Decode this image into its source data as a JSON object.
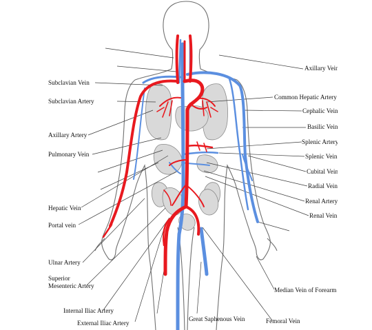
{
  "colors": {
    "artery": "#e8191f",
    "vein": "#5b8fe0",
    "outline": "#6f6f6f",
    "organ": "#d9d9d9",
    "leader": "#3c3c3c"
  },
  "labels": {
    "left": [
      "Subclavian Vein",
      "Subclavian Artery",
      "Axillary Artery",
      "Pulmonary Vein",
      "Hepatic Vein",
      "Portal vein",
      "Ulnar Artery",
      "Superior",
      "Mesenteric Artery",
      "Internal Iliac Artery",
      "External Iliac Artery"
    ],
    "right": [
      "Axillary Vein",
      "Common Hepatic Artery",
      "Cephalic Vein",
      "Basilic Vein",
      "Splenic Artery",
      "Splenic Vein",
      "Cubital Vein",
      "Radial Vein",
      "Renal Artery",
      "Renal Vein",
      "Median Vein of Forearm"
    ],
    "bottom": [
      "Great Saphenous Vein",
      "Femoral Vein"
    ]
  }
}
